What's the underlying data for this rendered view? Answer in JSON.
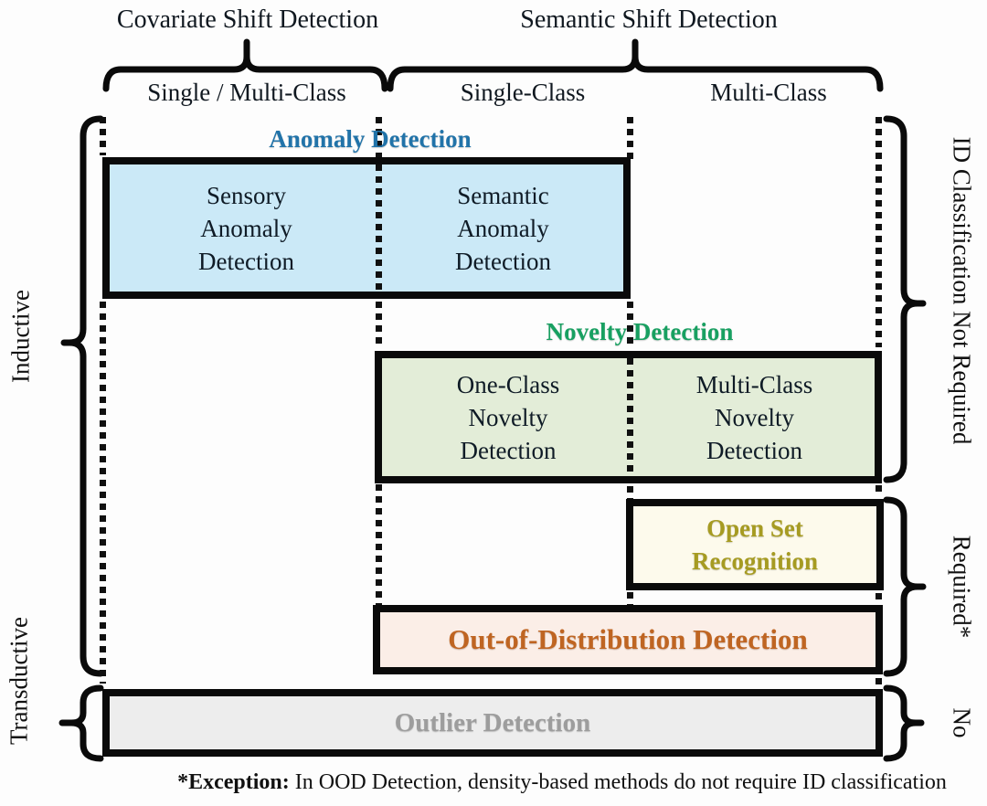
{
  "top": {
    "covariate_label": "Covariate Shift Detection",
    "semantic_label": "Semantic Shift Detection",
    "columns": [
      "Single / Multi-Class",
      "Single-Class",
      "Multi-Class"
    ]
  },
  "left_axis": {
    "inductive": "Inductive",
    "transductive": "Transductive"
  },
  "right_axis": {
    "id_not_required": "ID Classification Not Required",
    "id_required": "Required*",
    "id_no": "No"
  },
  "categories": {
    "anomaly": {
      "label": "Anomaly Detection",
      "label_color": "#2173a9",
      "fill_color": "#cbe9f7",
      "cell_left": "Sensory\nAnomaly\nDetection",
      "cell_right": "Semantic\nAnomaly\nDetection"
    },
    "novelty": {
      "label": "Novelty Detection",
      "label_color": "#18a061",
      "fill_color": "#e3edd8",
      "cell_left": "One-Class\nNovelty\nDetection",
      "cell_right": "Multi-Class\nNovelty\nDetection"
    },
    "open_set": {
      "label": "Open Set\nRecognition",
      "label_color": "#a69b22",
      "fill_color": "#fdfaec"
    },
    "ood": {
      "label": "Out-of-Distribution Detection",
      "label_color": "#bf6522",
      "fill_color": "#fbeee7"
    },
    "outlier": {
      "label": "Outlier Detection",
      "label_color": "#9d9d9d",
      "fill_color": "#ededed"
    }
  },
  "footnote": {
    "prefix": "*Exception:",
    "text": " In OOD Detection, density-based methods do not require ID classification"
  }
}
